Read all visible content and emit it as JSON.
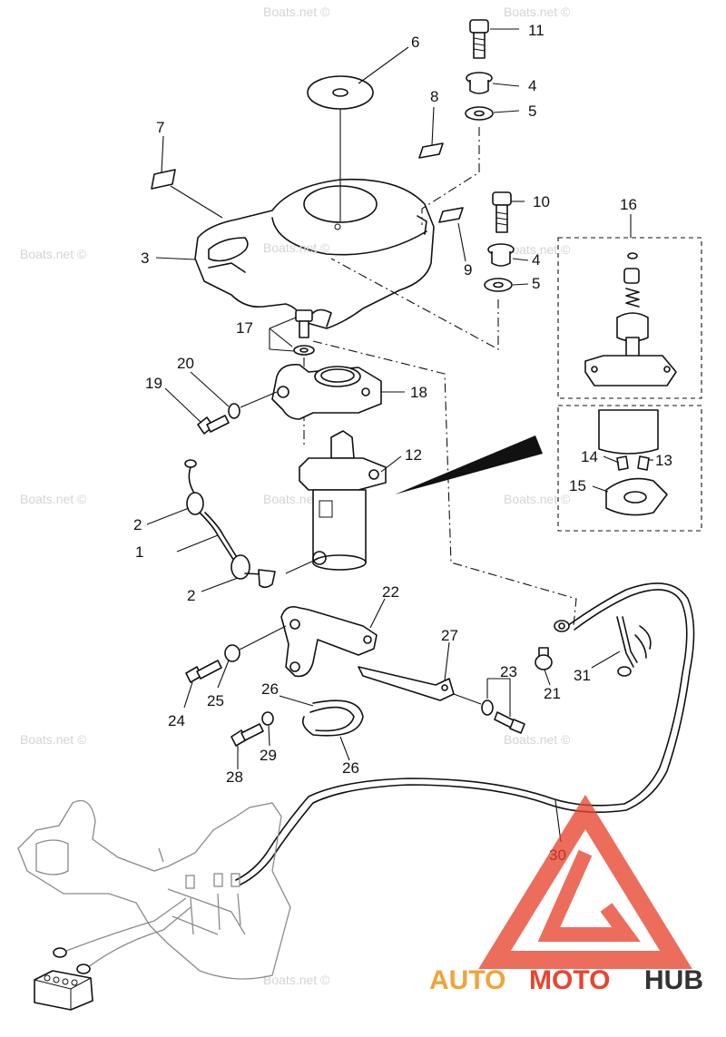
{
  "watermark_text": "Boats.net ©",
  "callouts": [
    "1",
    "2",
    "2",
    "3",
    "4",
    "4",
    "5",
    "5",
    "6",
    "7",
    "8",
    "9",
    "10",
    "11",
    "12",
    "13",
    "14",
    "15",
    "16",
    "17",
    "18",
    "19",
    "20",
    "21",
    "22",
    "23",
    "24",
    "25",
    "26",
    "26",
    "27",
    "28",
    "29",
    "30",
    "31"
  ],
  "logo": {
    "part1": "AUTO",
    "part2": "MOTO",
    "part3": "HUB",
    "color1": "#f0a33a",
    "color2": "#e8452f",
    "color3": "#333333",
    "mark_color": "#e8452f"
  }
}
